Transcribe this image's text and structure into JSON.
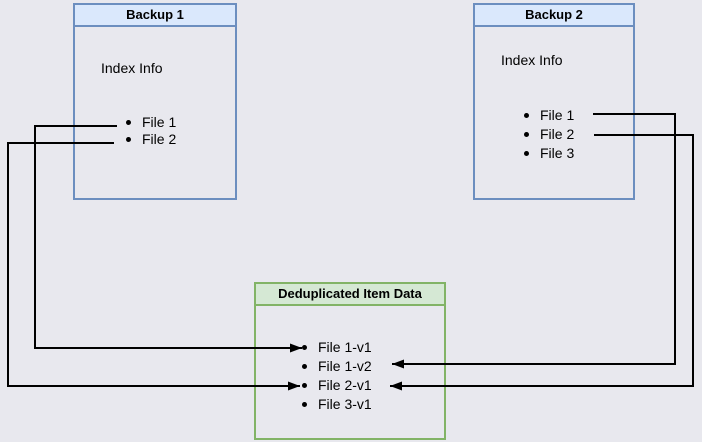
{
  "canvas": {
    "background_color": "#e8e8ee",
    "connector_color": "#000000"
  },
  "boxes": [
    {
      "title": "Backup 1",
      "subtitle": "Index Info",
      "items": [
        "File 1",
        "File 2"
      ],
      "header_fill": "#dae8fc",
      "border_color": "#6c8ebf"
    },
    {
      "title": "Backup 2",
      "subtitle": "Index Info",
      "items": [
        "File 1",
        "File 2",
        "File 3"
      ],
      "header_fill": "#dae8fc",
      "border_color": "#6c8ebf"
    },
    {
      "title": "Deduplicated Item Data",
      "items": [
        "File 1-v1",
        "File 1-v2",
        "File 2-v1",
        "File 3-v1"
      ],
      "header_fill": "#d5e8d4",
      "border_color": "#82b366"
    }
  ],
  "connections": [
    {
      "from": "Backup 1 / File 1",
      "to": "Deduplicated Item Data / File 1-v1"
    },
    {
      "from": "Backup 1 / File 2",
      "to": "Deduplicated Item Data / File 2-v1"
    },
    {
      "from": "Backup 2 / File 1",
      "to": "Deduplicated Item Data / File 1-v2"
    },
    {
      "from": "Backup 2 / File 2",
      "to": "Deduplicated Item Data / File 2-v1"
    }
  ]
}
